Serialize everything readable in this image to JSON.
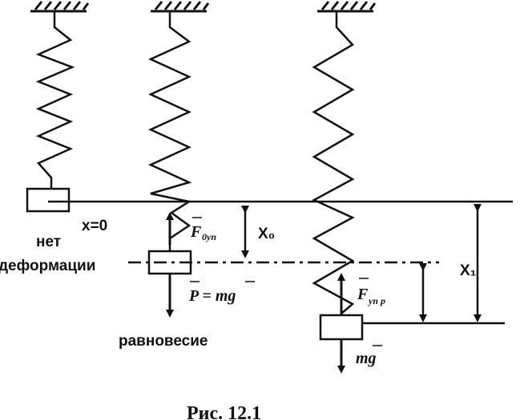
{
  "labels": {
    "x_zero": "x=0",
    "no_deformation_line1": "нет",
    "no_deformation_line2": "деформации",
    "f0_main": "F",
    "f0_sub": "0уп",
    "x0": "X₀",
    "weight_eq": "P = mg",
    "equilibrium": "равновесие",
    "f_main": "F",
    "f_sub": "уп р",
    "x1": "X₁",
    "mg": "mg"
  },
  "caption": "Рис. 12.1"
}
